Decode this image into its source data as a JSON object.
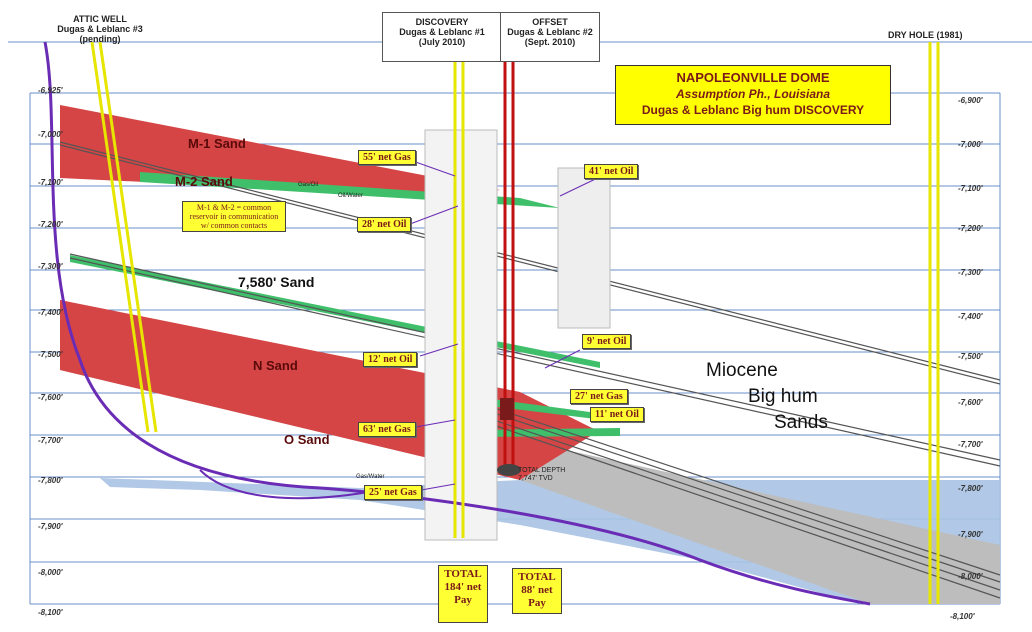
{
  "wells": {
    "attic": {
      "title": "ATTIC WELL",
      "name": "Dugas & Leblanc #3",
      "status": "(pending)"
    },
    "discovery": {
      "title": "DISCOVERY",
      "name": "Dugas & Leblanc #1",
      "date": "(July 2010)"
    },
    "offset": {
      "title": "OFFSET",
      "name": "Dugas & Leblanc #2",
      "date": "(Sept. 2010)"
    },
    "dry_hole": {
      "title": "DRY HOLE (1981)"
    }
  },
  "title_box": {
    "line1": "NAPOLEONVILLE DOME",
    "line2": "Assumption Ph., Louisiana",
    "line3": "Dugas & Leblanc Big hum DISCOVERY"
  },
  "depths_left": [
    "-6,925'",
    "-7,000'",
    "-7,100'",
    "-7,200'",
    "-7,300'",
    "-7,400'",
    "-7,500'",
    "-7,600'",
    "-7,700'",
    "-7,800'",
    "-7,900'",
    "-8,000'",
    "-8,100'"
  ],
  "depths_right": [
    "-6,900'",
    "-7,000'",
    "-7,100'",
    "-7,200'",
    "-7,300'",
    "-7,400'",
    "-7,500'",
    "-7,600'",
    "-7,700'",
    "-7,800'",
    "-7,900'",
    "-8,000'",
    "-8,100'"
  ],
  "sands": {
    "m1": "M-1 Sand",
    "m2": "M-2 Sand",
    "s7580": "7,580' Sand",
    "n": "N Sand",
    "o": "O Sand"
  },
  "pay_tags": {
    "t55gas": "55' net Gas",
    "t28oil": "28' net Oil",
    "t41oil": "41' net Oil",
    "t12oil": "12' net Oil",
    "t9oil": "9' net Oil",
    "t27gas": "27' net Gas",
    "t11oil": "11' net Oil",
    "t63gas": "63' net Gas",
    "t25gas": "25' net Gas"
  },
  "note": "M-1 & M-2 = common reservoir in communication w/ common contacts",
  "miocene": {
    "line1": "Miocene",
    "line2": "Big hum",
    "line3": "Sands"
  },
  "totals": {
    "discovery": {
      "line1": "TOTAL",
      "line2": "184' net",
      "line3": "Pay"
    },
    "offset": {
      "line1": "TOTAL",
      "line2": "88' net",
      "line3": "Pay"
    }
  },
  "total_depth": {
    "line1": "TOTAL DEPTH",
    "line2": "7,747' TVD"
  },
  "small_labels": {
    "gas_oil": "Gas/Oil",
    "gas_water": "Gas/Water",
    "oil_water": "Oil/Water"
  },
  "colors": {
    "gas_sand": "#d64545",
    "oil_sand": "#3fbf6a",
    "shale": "#bdbdbd",
    "water": "#a9c3e3",
    "well_yellow": "#e6e600",
    "well_red": "#c01010",
    "salt_outline": "#6a2bb5",
    "tag_fill": "#ffff33"
  }
}
